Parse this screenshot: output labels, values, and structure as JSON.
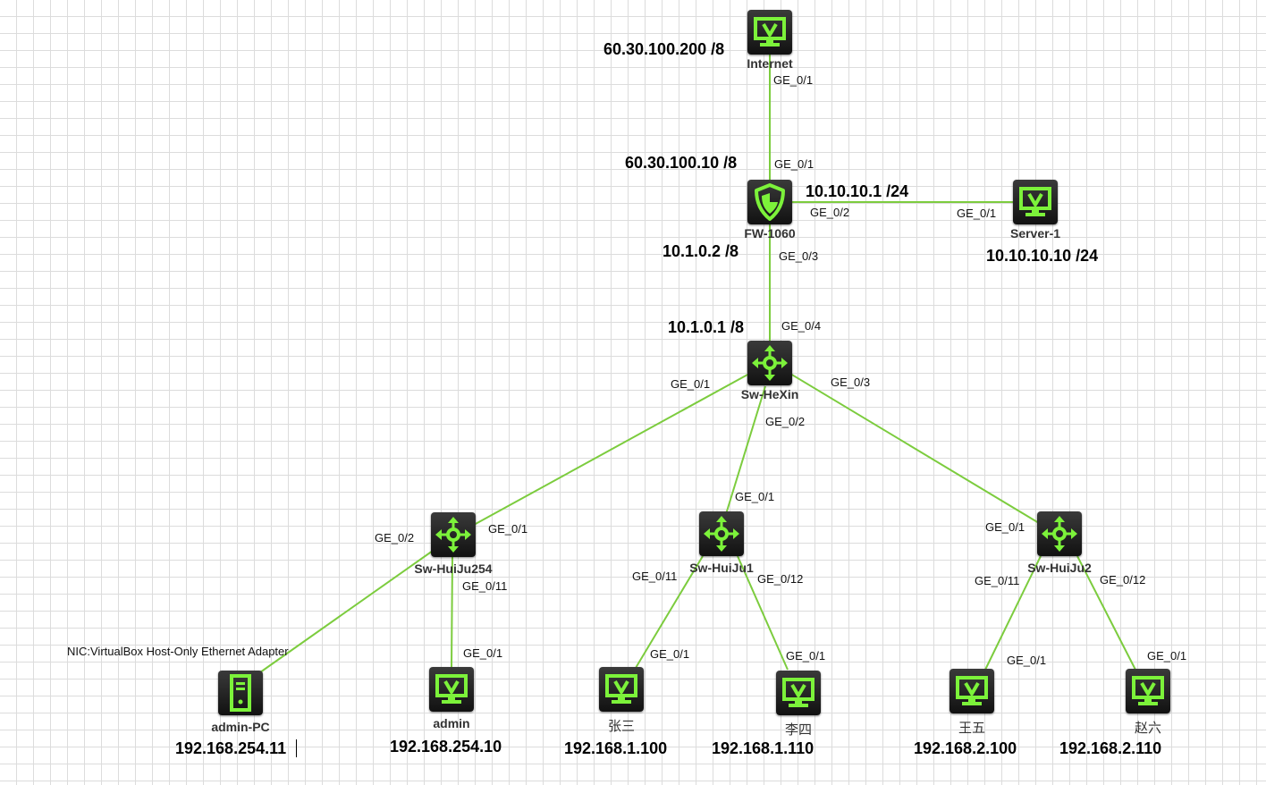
{
  "colors": {
    "link": "#7ccc3e",
    "icon_green": "#7cf23a",
    "icon_bg": "#1e1e1e"
  },
  "nodes": {
    "internet": {
      "label": "Internet",
      "icon": "monitor-icon"
    },
    "fw": {
      "label": "FW-1060",
      "icon": "firewall-shield-icon"
    },
    "server1": {
      "label": "Server-1",
      "icon": "monitor-icon"
    },
    "hexin": {
      "label": "Sw-HeXin",
      "icon": "switch-router-icon"
    },
    "huiju254": {
      "label": "Sw-HuiJu254",
      "icon": "switch-router-icon"
    },
    "huiju1": {
      "label": "Sw-HuiJu1",
      "icon": "switch-router-icon"
    },
    "huiju2": {
      "label": "Sw-HuiJu2",
      "icon": "switch-router-icon"
    },
    "adminpc": {
      "label": "admin-PC",
      "icon": "host-pc-icon"
    },
    "admin": {
      "label": "admin",
      "icon": "monitor-icon"
    },
    "zhangsan": {
      "label": "张三",
      "icon": "monitor-icon"
    },
    "lisi": {
      "label": "李四",
      "icon": "monitor-icon"
    },
    "wangwu": {
      "label": "王五",
      "icon": "monitor-icon"
    },
    "zhaoliu": {
      "label": "赵六",
      "icon": "monitor-icon"
    }
  },
  "ips": {
    "internet": "60.30.100.200 /8",
    "fw_outside": "60.30.100.10 /8",
    "fw_dmz": "10.10.10.1 /24",
    "server1": "10.10.10.10 /24",
    "fw_inside": "10.1.0.2 /8",
    "hexin": "10.1.0.1 /8",
    "adminpc": "192.168.254.11",
    "admin": "192.168.254.10",
    "zhangsan": "192.168.1.100",
    "lisi": "192.168.1.110",
    "wangwu": "192.168.2.100",
    "zhaoliu": "192.168.2.110"
  },
  "ports": {
    "internet_ge01": "GE_0/1",
    "fw_ge01": "GE_0/1",
    "fw_ge02": "GE_0/2",
    "server_ge01": "GE_0/1",
    "fw_ge03": "GE_0/3",
    "hexin_ge04": "GE_0/4",
    "hexin_ge01": "GE_0/1",
    "hexin_ge03": "GE_0/3",
    "hexin_ge02": "GE_0/2",
    "huiju1_ge01": "GE_0/1",
    "huiju254_ge02": "GE_0/2",
    "huiju254_ge01": "GE_0/1",
    "huiju254_ge011": "GE_0/11",
    "admin_ge01": "GE_0/1",
    "huiju1_ge011": "GE_0/11",
    "huiju1_ge012": "GE_0/12",
    "zhangsan_ge01": "GE_0/1",
    "lisi_ge01": "GE_0/1",
    "huiju2_ge01": "GE_0/1",
    "huiju2_ge011": "GE_0/11",
    "huiju2_ge012": "GE_0/12",
    "wangwu_ge01": "GE_0/1",
    "zhaoliu_ge01": "GE_0/1"
  },
  "note": "NIC:VirtualBox Host-Only Ethernet Adapter"
}
